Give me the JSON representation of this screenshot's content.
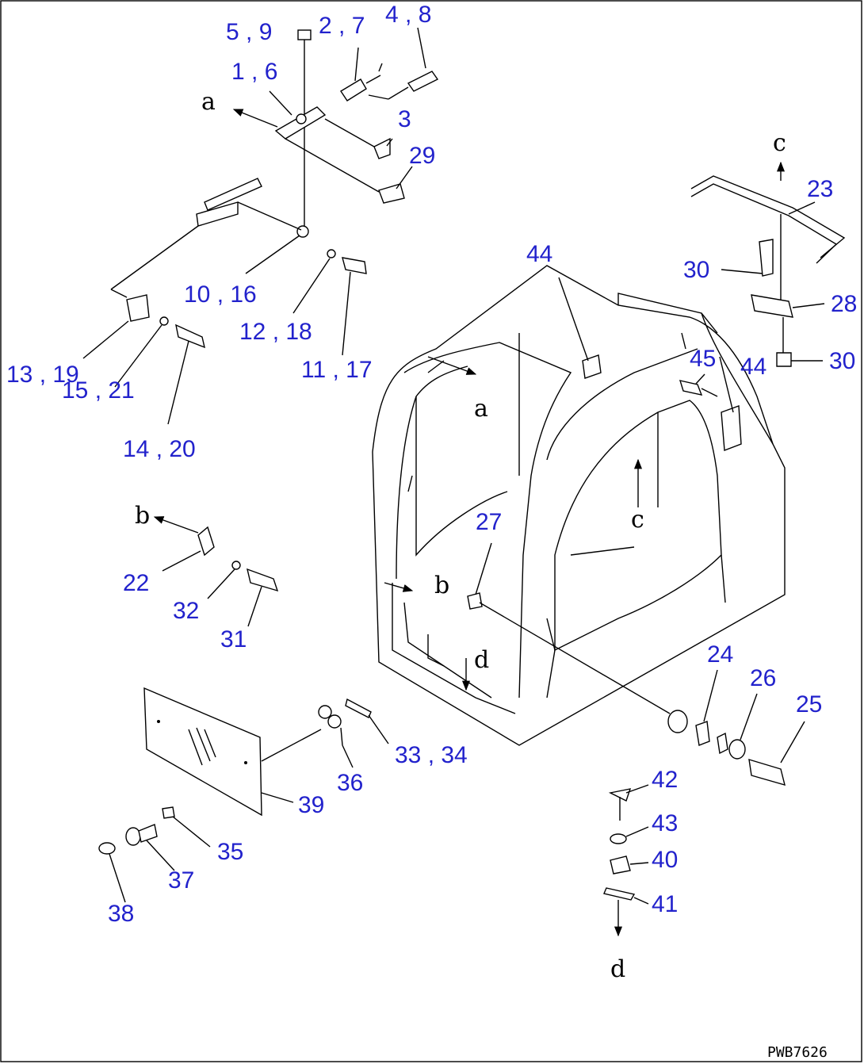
{
  "diagram": {
    "drawing_code": "PWB7626",
    "colors": {
      "callout": "#2222cc",
      "line": "#000000",
      "background": "#ffffff"
    },
    "callouts": [
      {
        "id": "c1",
        "text": "5 , 9"
      },
      {
        "id": "c2",
        "text": "2 , 7"
      },
      {
        "id": "c3",
        "text": "4 , 8"
      },
      {
        "id": "c4",
        "text": "1 , 6"
      },
      {
        "id": "c5",
        "text": "3"
      },
      {
        "id": "c6",
        "text": "29"
      },
      {
        "id": "c7",
        "text": "10 , 16"
      },
      {
        "id": "c8",
        "text": "12 , 18"
      },
      {
        "id": "c9",
        "text": "11 , 17"
      },
      {
        "id": "c10",
        "text": "13 , 19"
      },
      {
        "id": "c11",
        "text": "15 , 21"
      },
      {
        "id": "c12",
        "text": "14 , 20"
      },
      {
        "id": "c13",
        "text": "22"
      },
      {
        "id": "c14",
        "text": "32"
      },
      {
        "id": "c15",
        "text": "31"
      },
      {
        "id": "c16",
        "text": "44"
      },
      {
        "id": "c17",
        "text": "45"
      },
      {
        "id": "c18",
        "text": "44"
      },
      {
        "id": "c19",
        "text": "23"
      },
      {
        "id": "c20",
        "text": "30"
      },
      {
        "id": "c21",
        "text": "28"
      },
      {
        "id": "c22",
        "text": "30"
      },
      {
        "id": "c23",
        "text": "27"
      },
      {
        "id": "c24",
        "text": "24"
      },
      {
        "id": "c25",
        "text": "26"
      },
      {
        "id": "c26",
        "text": "25"
      },
      {
        "id": "c27",
        "text": "33 , 34"
      },
      {
        "id": "c28",
        "text": "36"
      },
      {
        "id": "c29",
        "text": "39"
      },
      {
        "id": "c30",
        "text": "35"
      },
      {
        "id": "c31",
        "text": "37"
      },
      {
        "id": "c32",
        "text": "38"
      },
      {
        "id": "c33",
        "text": "42"
      },
      {
        "id": "c34",
        "text": "43"
      },
      {
        "id": "c35",
        "text": "40"
      },
      {
        "id": "c36",
        "text": "41"
      }
    ],
    "view_letters": [
      {
        "id": "a1",
        "text": "a"
      },
      {
        "id": "a2",
        "text": "a"
      },
      {
        "id": "b1",
        "text": "b"
      },
      {
        "id": "b2",
        "text": "b"
      },
      {
        "id": "cc1",
        "text": "c"
      },
      {
        "id": "cc2",
        "text": "c"
      },
      {
        "id": "d1",
        "text": "d"
      },
      {
        "id": "d2",
        "text": "d"
      }
    ]
  }
}
